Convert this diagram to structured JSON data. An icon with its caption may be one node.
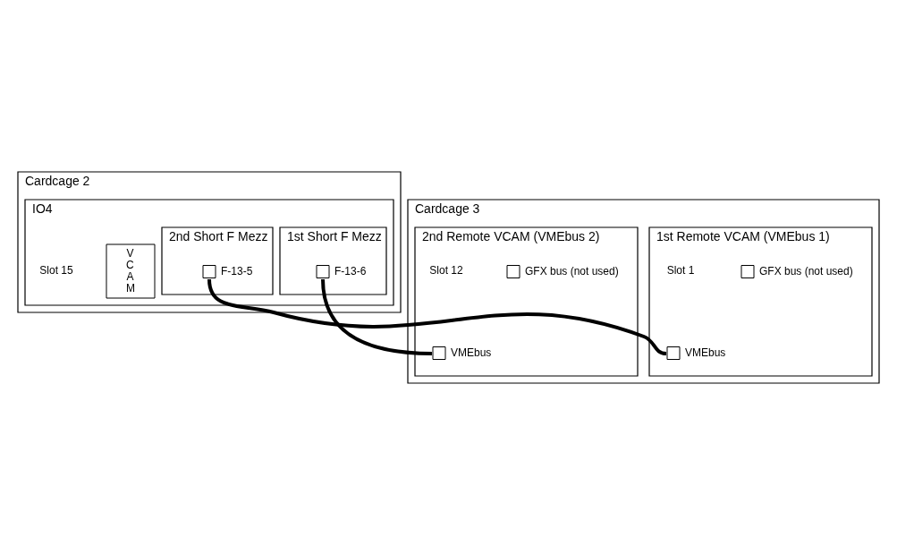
{
  "diagram": {
    "nodes": [
      {
        "text": [
          "Cardcage 2"
        ]
      },
      {
        "text": [
          "IO4"
        ],
        "in": 0,
        "beside": [
          "Slot 15"
        ]
      },
      {
        "text": [
          "1st Short F Mezz"
        ],
        "in": 1
      },
      {
        "text": [],
        "shape": "box",
        "in": 2,
        "beside": [
          "F-13-6"
        ]
      },
      {
        "text": [
          "2nd Short F Mezz"
        ],
        "in": 1
      },
      {
        "text": [],
        "shape": "box",
        "in": 4,
        "beside": [
          "F-13-5"
        ]
      },
      {
        "text": [
          "V C A M"
        ],
        "in": 1
      },
      {
        "text": [
          "Cardcage 3"
        ]
      },
      {
        "text": [
          "1st Remote VCAM (VMEbus 1)"
        ],
        "in": 7,
        "beside": [
          "Slot 1"
        ]
      },
      {
        "text": [],
        "shape": "box",
        "in": 8,
        "beside": [
          "VMEbus"
        ]
      },
      {
        "text": [],
        "shape": "box",
        "in": 8,
        "beside": [
          "GFX bus (not used)"
        ]
      },
      {
        "text": [
          "2nd Remote VCAM (VMEbus 2)"
        ],
        "in": 7,
        "beside": [
          "Slot 12"
        ]
      },
      {
        "text": [],
        "shape": "box",
        "in": 11,
        "beside": [
          "VMEbus"
        ]
      },
      {
        "text": [],
        "shape": "box",
        "in": 11,
        "beside": [
          "GFX bus (not used)"
        ]
      }
    ],
    "edges": [
      {
        "from": 3,
        "to": 12,
        "arrow": "none"
      },
      {
        "from": 5,
        "to": 9,
        "arrow": "none"
      }
    ]
  }
}
